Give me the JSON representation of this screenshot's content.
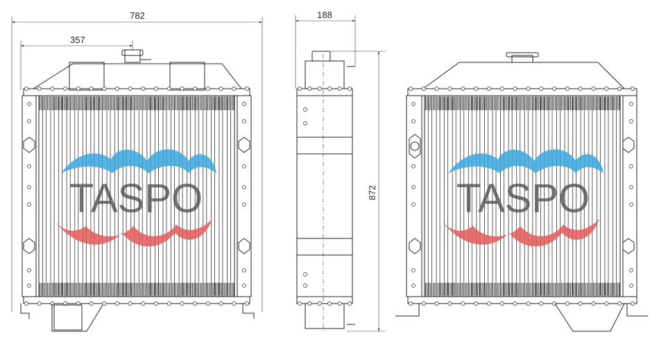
{
  "dimensions": {
    "overall_width": "782",
    "filler_offset": "357",
    "depth": "188",
    "height": "872"
  },
  "watermark": {
    "text": "TASPO",
    "colors": {
      "top_wave": "#3aa6dd",
      "bottom_wave": "#e25a5a",
      "text": "#4a4a4a"
    }
  },
  "line_color": "#222222"
}
